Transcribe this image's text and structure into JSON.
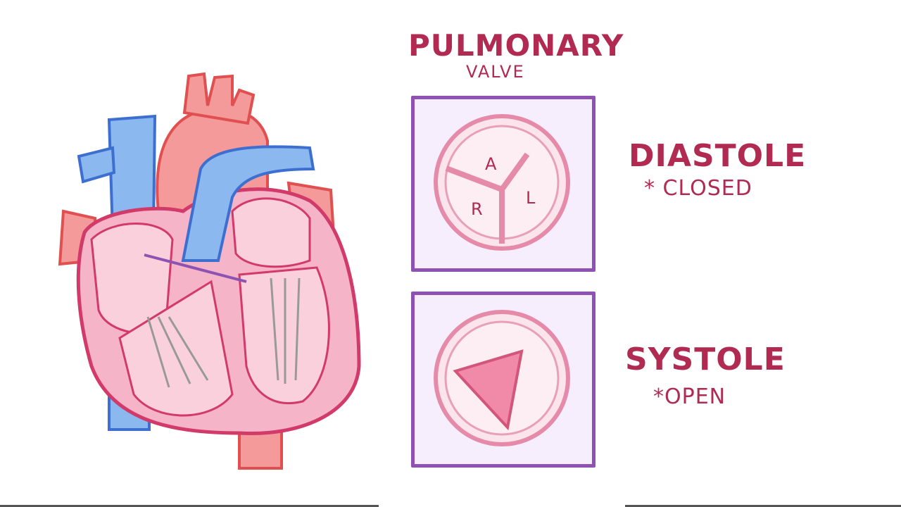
{
  "title": "PULMONARY",
  "subtitle": "VALVE",
  "panels": [
    {
      "phase": "DIASTOLE",
      "state": "* CLOSED",
      "leaflets": [
        "A",
        "L",
        "R"
      ]
    },
    {
      "phase": "SYSTOLE",
      "state": "*OPEN"
    }
  ],
  "colors": {
    "text": "#b02a52",
    "frame": "#8e52b3",
    "vein": "#8cb8f0",
    "artery": "#f08a8a",
    "muscle": "#f5b4c8"
  }
}
